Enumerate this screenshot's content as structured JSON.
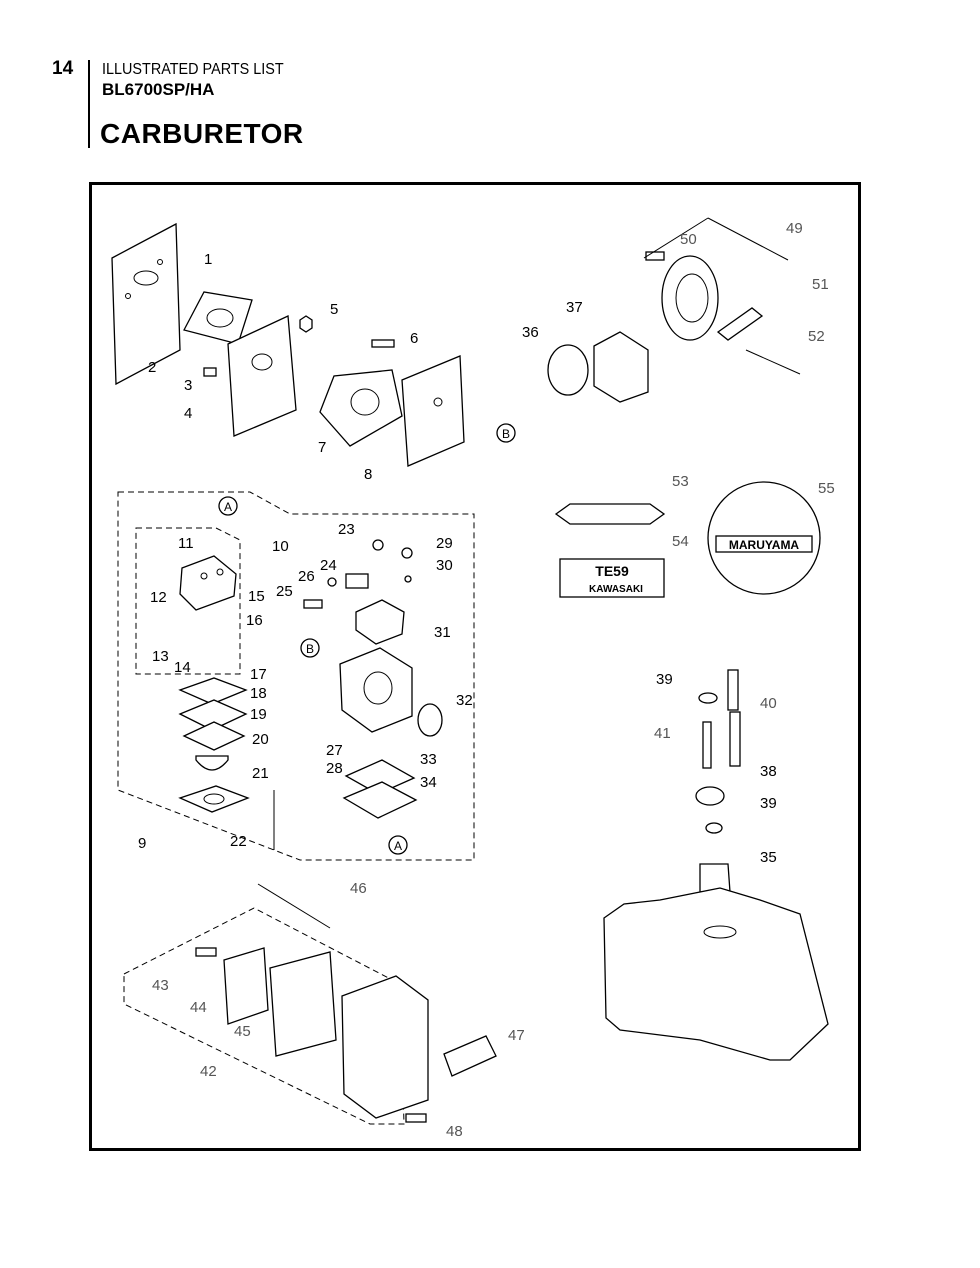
{
  "header": {
    "page_number": "14",
    "section": "ILLUSTRATED PARTS LIST",
    "model": "BL6700SP/HA",
    "title": "CARBURETOR"
  },
  "diagram": {
    "reference_markers": [
      "A",
      "B"
    ],
    "callouts": [
      "1",
      "2",
      "3",
      "4",
      "5",
      "6",
      "7",
      "8",
      "9",
      "10",
      "11",
      "12",
      "13",
      "14",
      "15",
      "16",
      "17",
      "18",
      "19",
      "20",
      "21",
      "22",
      "23",
      "24",
      "25",
      "26",
      "27",
      "28",
      "29",
      "30",
      "31",
      "32",
      "33",
      "34",
      "35",
      "36",
      "37",
      "38",
      "39",
      "39",
      "40",
      "41",
      "42",
      "43",
      "44",
      "45",
      "46",
      "47",
      "48",
      "49",
      "50",
      "51",
      "52",
      "53",
      "54",
      "55"
    ],
    "decal_54": {
      "model": "TE59",
      "brand": "KAWASAKI"
    },
    "decal_55": {
      "brand": "MARUYAMA"
    }
  }
}
